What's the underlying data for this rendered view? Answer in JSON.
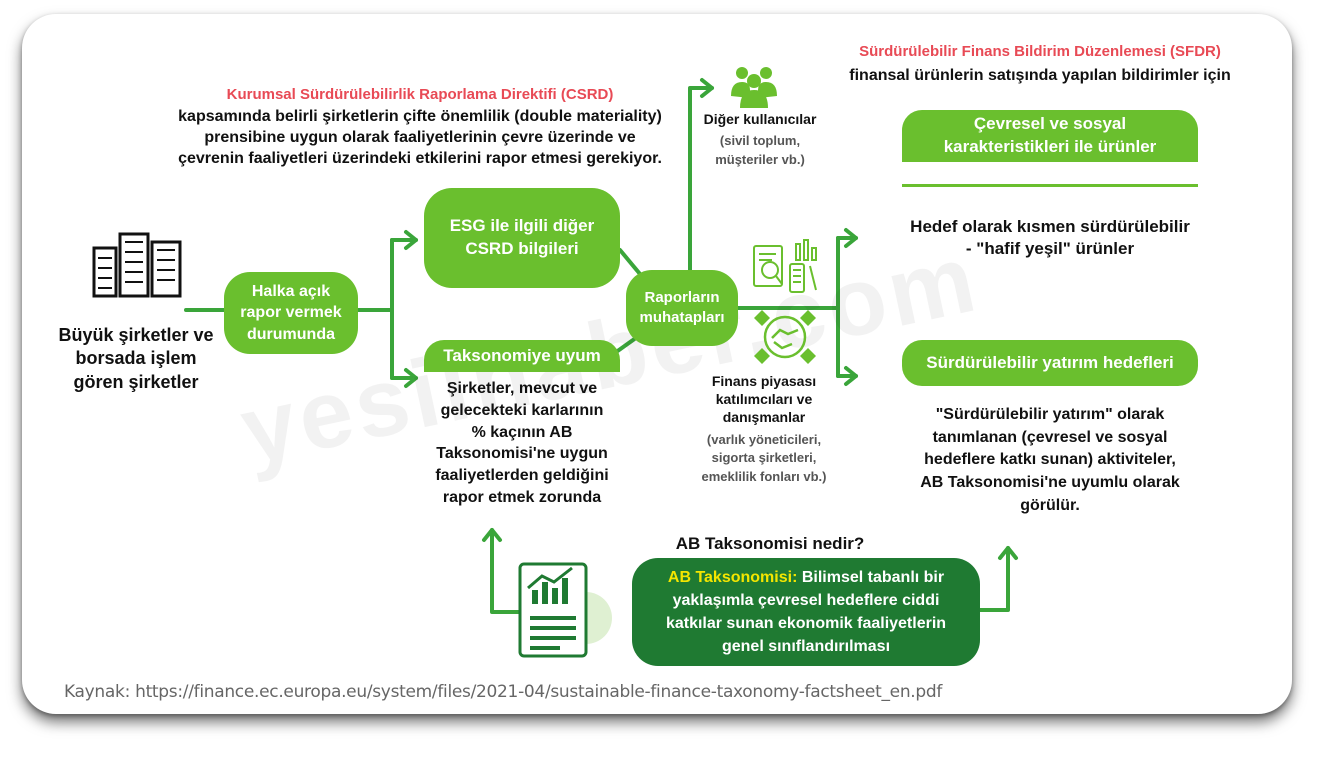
{
  "csrd": {
    "title": "Kurumsal Sürdürülebilirlik Raporlama Direktifi (CSRD)",
    "lines": [
      "kapsamında belirli şirketlerin çifte önemlilik (double materiality)",
      "prensibine uygun olarak faaliyetlerinin çevre üzerinde ve",
      "çevrenin faaliyetleri üzerindeki etkilerini rapor etmesi gerekiyor."
    ]
  },
  "sfdr": {
    "title": "Sürdürülebilir Finans Bildirim Düzenlemesi (SFDR)",
    "subtitle": "finansal ürünlerin satışında yapılan bildirimler için"
  },
  "companies": {
    "lines": [
      "Büyük şirketler ve",
      "borsada işlem",
      "gören şirketler"
    ]
  },
  "public_report": {
    "lines": [
      "Halka açık",
      "rapor vermek",
      "durumunda"
    ]
  },
  "esg_box": {
    "lines": [
      "ESG ile ilgili diğer",
      "CSRD bilgileri"
    ]
  },
  "taxonomy_tab": {
    "label": "Taksonomiye uyum"
  },
  "taxonomy_text": {
    "lines": [
      "Şirketler, mevcut ve",
      "gelecekteki karlarının",
      "% kaçının AB",
      "Taksonomisi'ne uygun",
      "faaliyetlerden geldiğini",
      "rapor etmek zorunda"
    ]
  },
  "counterparts": {
    "lines": [
      "Raporların",
      "muhatapları"
    ]
  },
  "other_users": {
    "title": "Diğer kullanıcılar",
    "sub": [
      "(sivil toplum,",
      "müşteriler vb.)"
    ]
  },
  "finance": {
    "title_lines": [
      "Finans piyasası",
      "katılımcıları ve",
      "danışmanlar"
    ],
    "sub": [
      "(varlık yöneticileri,",
      "sigorta şirketleri,",
      "emeklilik fonları vb.)"
    ]
  },
  "env_tab": {
    "lines": [
      "Çevresel ve sosyal",
      "karakteristikleri ile ürünler"
    ]
  },
  "env_text": {
    "lines": [
      "Hedef olarak kısmen sürdürülebilir",
      "- \"hafif yeşil\" ürünler"
    ]
  },
  "sust_tab": {
    "label": "Sürdürülebilir yatırım hedefleri"
  },
  "sust_text": {
    "lines": [
      "\"Sürdürülebilir yatırım\" olarak",
      "tanımlanan (çevresel ve sosyal",
      "hedeflere katkı sunan) aktiviteler,",
      "AB Taksonomisi'ne uyumlu olarak",
      "görülür."
    ]
  },
  "what_is": {
    "question": "AB Taksonomisi nedir?"
  },
  "definition": {
    "label": "AB Taksonomisi:",
    "first_line_rest": "Bilimsel tabanlı bir",
    "lines": [
      "yaklaşımla çevresel hedeflere ciddi",
      "katkılar sunan ekonomik faaliyetlerin",
      "genel sınıflandırılması"
    ]
  },
  "watermark": "yesilhaber.com",
  "source": "Kaynak: https://finance.ec.europa.eu/system/files/2021-04/sustainable-finance-taxonomy-factsheet_en.pdf",
  "colors": {
    "green": "#6abf2e",
    "dark_green": "#1f7a32",
    "red": "#e84a55",
    "yellow": "#f4e600"
  }
}
